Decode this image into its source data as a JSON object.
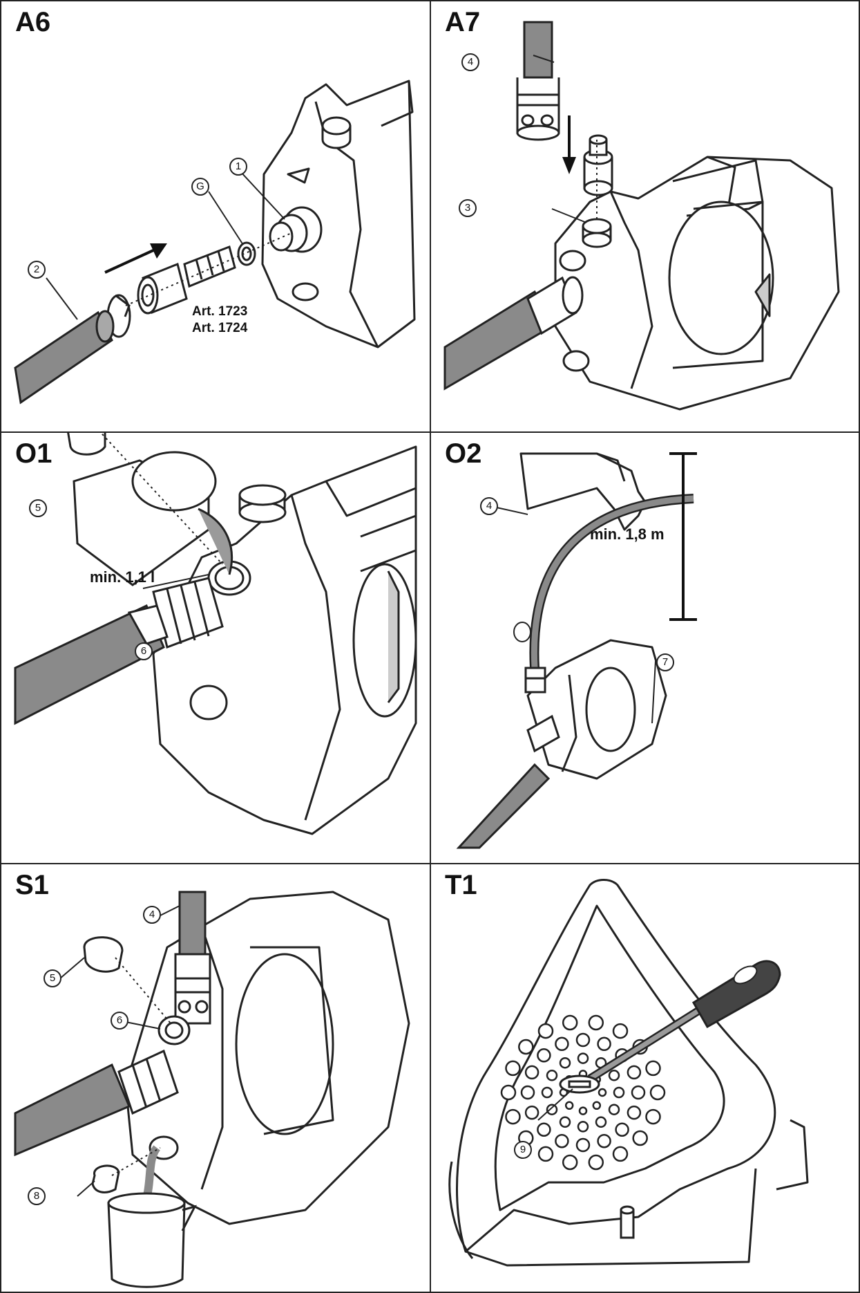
{
  "panels": {
    "a6": {
      "title": "A6",
      "callouts": [
        "1",
        "2",
        "G"
      ],
      "note_line1": "Art. 1723",
      "note_line2": "Art. 1724"
    },
    "a7": {
      "title": "A7",
      "callouts": [
        "3",
        "4"
      ]
    },
    "o1": {
      "title": "O1",
      "callouts": [
        "5",
        "6"
      ],
      "note": "min. 1,1 l"
    },
    "o2": {
      "title": "O2",
      "callouts": [
        "4",
        "7"
      ],
      "note": "min. 1,8 m"
    },
    "s1": {
      "title": "S1",
      "callouts": [
        "4",
        "5",
        "6",
        "8"
      ]
    },
    "t1": {
      "title": "T1",
      "callouts": [
        "9"
      ]
    }
  },
  "icons": {
    "pump": "pump-housing-icon",
    "hose": "garden-hose-icon",
    "connector": "hose-connector-icon",
    "plug": "filler-plug-icon",
    "jug": "water-jug-icon",
    "screwdriver": "screwdriver-icon",
    "arrow": "direction-arrow-icon"
  },
  "colors": {
    "line": "#222222",
    "hose": "#8a8a8a",
    "fill": "#ffffff"
  }
}
